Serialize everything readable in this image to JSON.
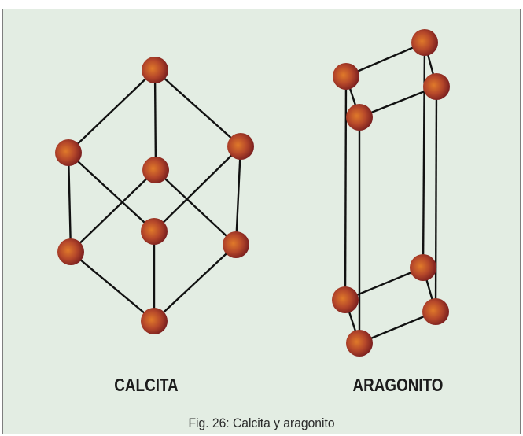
{
  "labels": {
    "calcita": "CALCITA",
    "aragonito": "ARAGONITO"
  },
  "caption": "Fig. 26: Calcita y aragonito",
  "colors": {
    "panel_background": "#e3ede3",
    "panel_border": "#7e7e7e",
    "bond_line": "#111111",
    "atom_center": "#e07a2a",
    "atom_edge": "#7a1f1f"
  }
}
